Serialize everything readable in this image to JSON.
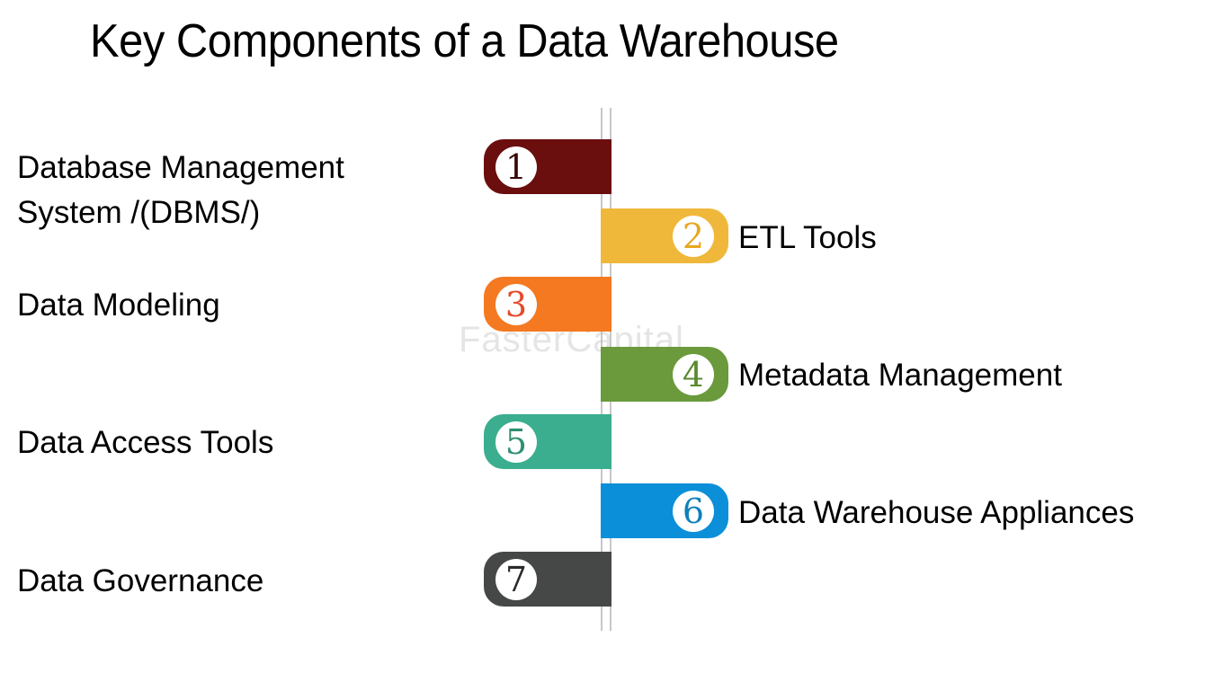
{
  "title": "Key Components of a Data Warehouse",
  "watermark": "FasterCapital",
  "components": [
    {
      "number": "1",
      "label": "Database Management System /(DBMS/)",
      "label_line1": "Database Management",
      "label_line2": "System /(DBMS/)",
      "side": "left",
      "color": "#6b0e0e",
      "number_color": "#3a0a0a"
    },
    {
      "number": "2",
      "label": "ETL Tools",
      "side": "right",
      "color": "#f0b83a",
      "number_color": "#e6a820"
    },
    {
      "number": "3",
      "label": "Data Modeling",
      "side": "left",
      "color": "#f47920",
      "number_color": "#e8472a"
    },
    {
      "number": "4",
      "label": "Metadata Management",
      "side": "right",
      "color": "#6a9a3c",
      "number_color": "#5a8a30"
    },
    {
      "number": "5",
      "label": "Data Access Tools",
      "side": "left",
      "color": "#3aae8e",
      "number_color": "#2e8e72"
    },
    {
      "number": "6",
      "label": "Data Warehouse Appliances",
      "side": "right",
      "color": "#0b8fd8",
      "number_color": "#1080b8"
    },
    {
      "number": "7",
      "label": "Data Governance",
      "side": "left",
      "color": "#454846",
      "number_color": "#2a2a2a"
    }
  ]
}
